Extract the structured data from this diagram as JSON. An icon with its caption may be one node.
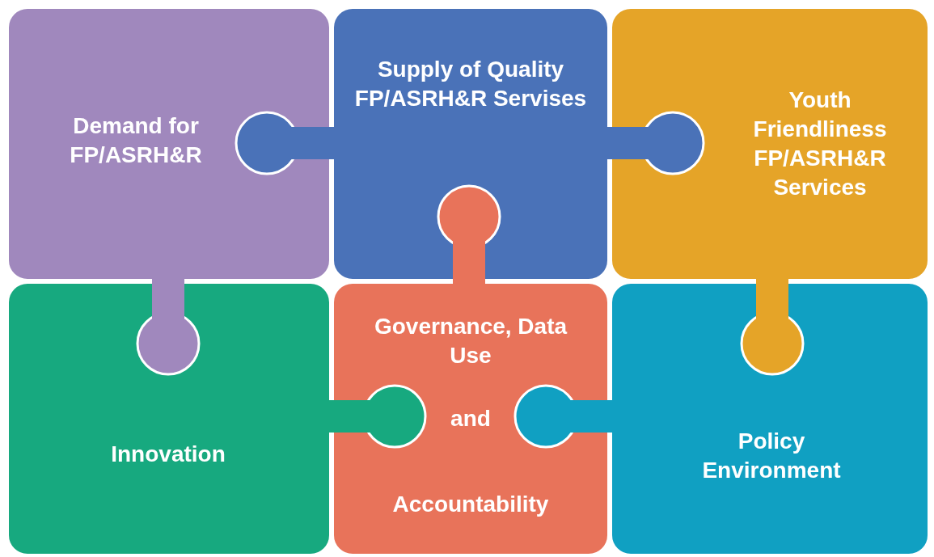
{
  "diagram": {
    "nodes": [
      {
        "text": [
          "Demand for FP/ASRH&R"
        ]
      },
      {
        "text": [
          "Supply of Quality FP/ASRH&R Servises"
        ]
      },
      {
        "text": [
          "Youth Friendliness FP/ASRH&R Services"
        ]
      },
      {
        "text": [
          "Innovation"
        ]
      },
      {
        "text": [
          "Governance, Data Use",
          "and",
          "Accountability"
        ]
      },
      {
        "text": [
          "Policy Environment"
        ]
      }
    ]
  }
}
